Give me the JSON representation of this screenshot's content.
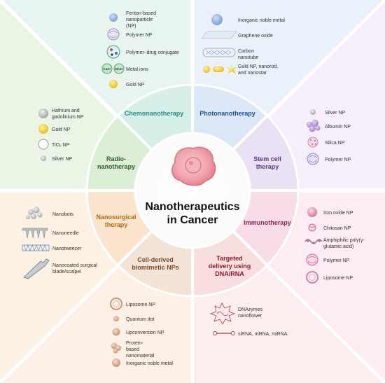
{
  "center": {
    "line1": "Nanotherapeutics",
    "line2": "in Cancer"
  },
  "segments": [
    {
      "key": "chemo",
      "line1": "Chemonanotherapy",
      "line2": "",
      "color": "#1f8f86"
    },
    {
      "key": "photo",
      "line1": "Photonanotherapy",
      "line2": "",
      "color": "#1d4f91"
    },
    {
      "key": "stem",
      "line1": "Stem cell",
      "line2": "therapy",
      "color": "#5a3a8a"
    },
    {
      "key": "immuno",
      "line1": "Immunotherapy",
      "line2": "",
      "color": "#8a2a55"
    },
    {
      "key": "targeted",
      "line1": "Targeted",
      "line2": "delivery using",
      "line3": "DNA/RNA",
      "color": "#8a1f2a"
    },
    {
      "key": "cellderived",
      "line1": "Cell-derived",
      "line2": "biomimetic NPs",
      "color": "#7a4a2a"
    },
    {
      "key": "nanosurgical",
      "line1": "Nanosurgical",
      "line2": "therapy",
      "color": "#b06a1a"
    },
    {
      "key": "radio",
      "line1": "Radio-",
      "line2": "nanotherapy",
      "color": "#2f5f2a"
    }
  ],
  "chemo_items": [
    {
      "line1": "Fenton-based",
      "line2": "nanoparticle",
      "line3": "(NP)"
    },
    {
      "line1": "Polymer NP"
    },
    {
      "line1": "Polymer–drug conjugate"
    },
    {
      "line1": "Metal ions",
      "ion1": "Cu2+",
      "ion2": "Mn2+"
    },
    {
      "line1": "Gold NP"
    }
  ],
  "photo_items": [
    {
      "line1": "Inorganic noble metal"
    },
    {
      "line1": "Graphene oxide"
    },
    {
      "line1": "Carbon",
      "line2": "nanotube"
    },
    {
      "line1": "Gold NP, nanorod,",
      "line2": "and nanostar"
    }
  ],
  "radio_items": [
    {
      "line1": "Hafnium and",
      "line2": "gadolinium NP"
    },
    {
      "line1": "Gold NP"
    },
    {
      "line1": "TiO₂ NP"
    },
    {
      "line1": "Silver NP"
    }
  ],
  "stem_items": [
    {
      "line1": "Silver NP"
    },
    {
      "line1": "Albumin NP"
    },
    {
      "line1": "Silica NP"
    },
    {
      "line1": "Polymer NP"
    }
  ],
  "surg_items": [
    {
      "line1": "Nanobots"
    },
    {
      "line1": "Nanoneedle"
    },
    {
      "line1": "Nanotweezer"
    },
    {
      "line1": "Nanocoated surgical",
      "line2": "blade/scalpel"
    }
  ],
  "immuno_items": [
    {
      "line1": "Iron oxide NP"
    },
    {
      "line1": "Chitosan NP"
    },
    {
      "line1": "Amphiphilic poly(γ-",
      "line2": "glutamic acid)"
    },
    {
      "line1": "Polymer NP"
    },
    {
      "line1": "Liposome NP"
    }
  ],
  "cell_items": [
    {
      "line1": "Liposome NP"
    },
    {
      "line1": "Quantum dot"
    },
    {
      "line1": "Upconversion NP"
    },
    {
      "line1": "Protein-",
      "line2": "based",
      "line3": "nanomaterial"
    },
    {
      "line1": "Inorganic noble metal"
    }
  ],
  "targ_items": [
    {
      "line1": "DNAzymes",
      "line2": "nanoflower"
    },
    {
      "line1": "siRNA, mRNA, miRNA"
    }
  ]
}
